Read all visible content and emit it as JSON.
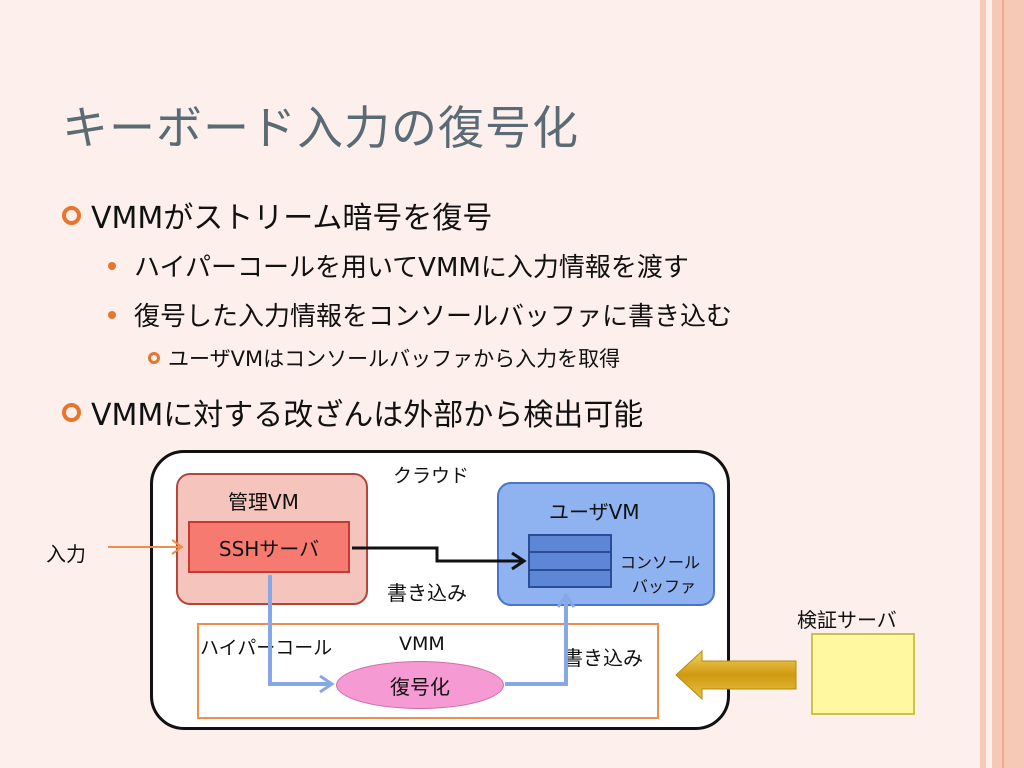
{
  "slide": {
    "title": "キーボード入力の復号化",
    "bullets": {
      "b1": "VMMがストリーム暗号を復号",
      "b1_1": "ハイパーコールを用いてVMMに入力情報を渡す",
      "b1_2": "復号した入力情報をコンソールバッファに書き込む",
      "b1_2_1": "ユーザVMはコンソールバッファから入力を取得",
      "b2": "VMMに対する改ざんは外部から検出可能"
    }
  },
  "diagram": {
    "cloud_label": "クラウド",
    "mgmt_vm_label": "管理VM",
    "ssh_server_label": "SSHサーバ",
    "user_vm_label": "ユーザVM",
    "console_buffer_line1": "コンソール",
    "console_buffer_line2": "バッファ",
    "write_label_1": "書き込み",
    "write_label_2": "書き込み",
    "hypercall_label": "ハイパーコール",
    "vmm_label": "VMM",
    "decrypt_label": "復号化",
    "input_label": "入力",
    "verify_server_label": "検証サーバ"
  },
  "colors": {
    "accent": "#e8742e",
    "title": "#5a6b76",
    "mgmt_vm_fill": "#f4c4bd",
    "ssh_fill": "#f67a70",
    "user_vm_fill": "#8fb2f0",
    "decrypt_fill": "#f59ad2",
    "verify_fill": "#fff8a0"
  }
}
